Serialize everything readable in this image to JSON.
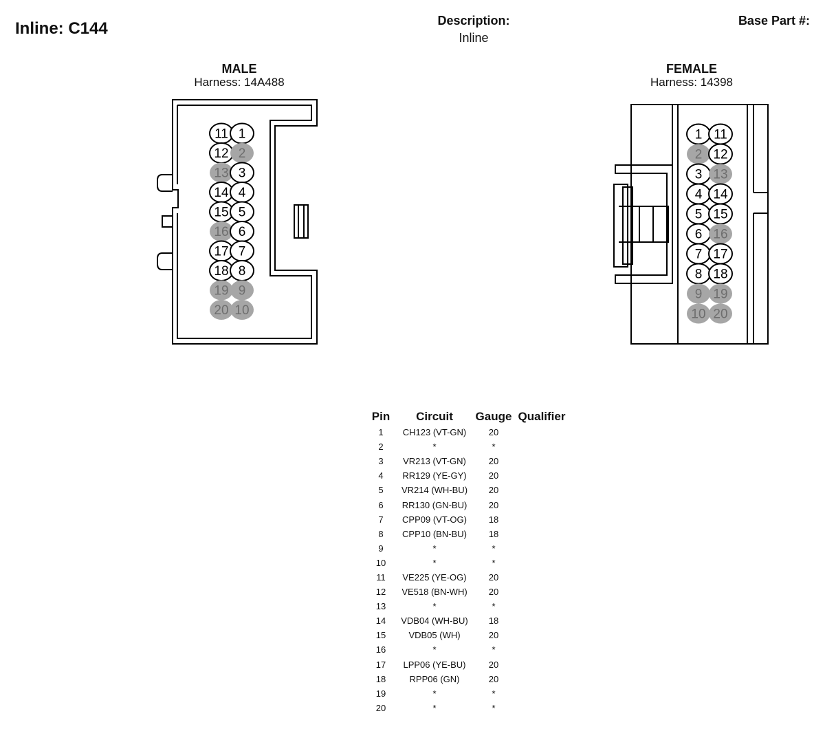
{
  "header": {
    "title": "Inline: C144",
    "description_label": "Description:",
    "description_value": "Inline",
    "base_part_label": "Base Part #:"
  },
  "male": {
    "gender": "MALE",
    "harness": "Harness: 14A488",
    "cavities": [
      {
        "num": "11",
        "filled": false
      },
      {
        "num": "1",
        "filled": false
      },
      {
        "num": "12",
        "filled": false
      },
      {
        "num": "2",
        "filled": true
      },
      {
        "num": "13",
        "filled": true
      },
      {
        "num": "3",
        "filled": false
      },
      {
        "num": "14",
        "filled": false
      },
      {
        "num": "4",
        "filled": false
      },
      {
        "num": "15",
        "filled": false
      },
      {
        "num": "5",
        "filled": false
      },
      {
        "num": "16",
        "filled": true
      },
      {
        "num": "6",
        "filled": false
      },
      {
        "num": "17",
        "filled": false
      },
      {
        "num": "7",
        "filled": false
      },
      {
        "num": "18",
        "filled": false
      },
      {
        "num": "8",
        "filled": false
      },
      {
        "num": "19",
        "filled": true
      },
      {
        "num": "9",
        "filled": true
      },
      {
        "num": "20",
        "filled": true
      },
      {
        "num": "10",
        "filled": true
      }
    ]
  },
  "female": {
    "gender": "FEMALE",
    "harness": "Harness: 14398",
    "cavities": [
      {
        "num": "1",
        "filled": false
      },
      {
        "num": "11",
        "filled": false
      },
      {
        "num": "2",
        "filled": true
      },
      {
        "num": "12",
        "filled": false
      },
      {
        "num": "3",
        "filled": false
      },
      {
        "num": "13",
        "filled": true
      },
      {
        "num": "4",
        "filled": false
      },
      {
        "num": "14",
        "filled": false
      },
      {
        "num": "5",
        "filled": false
      },
      {
        "num": "15",
        "filled": false
      },
      {
        "num": "6",
        "filled": false
      },
      {
        "num": "16",
        "filled": true
      },
      {
        "num": "7",
        "filled": false
      },
      {
        "num": "17",
        "filled": false
      },
      {
        "num": "8",
        "filled": false
      },
      {
        "num": "18",
        "filled": false
      },
      {
        "num": "9",
        "filled": true
      },
      {
        "num": "19",
        "filled": true
      },
      {
        "num": "10",
        "filled": true
      },
      {
        "num": "20",
        "filled": true
      }
    ]
  },
  "colors": {
    "filled_cavity": "#a6a6a6",
    "filled_text": "#6e6e6e",
    "line": "#000000"
  },
  "table": {
    "headers": [
      "Pin",
      "Circuit",
      "Gauge",
      "Qualifier"
    ],
    "rows": [
      {
        "pin": "1",
        "circuit": "CH123 (VT-GN)",
        "gauge": "20",
        "qualifier": ""
      },
      {
        "pin": "2",
        "circuit": "*",
        "gauge": "*",
        "qualifier": ""
      },
      {
        "pin": "3",
        "circuit": "VR213 (VT-GN)",
        "gauge": "20",
        "qualifier": ""
      },
      {
        "pin": "4",
        "circuit": "RR129 (YE-GY)",
        "gauge": "20",
        "qualifier": ""
      },
      {
        "pin": "5",
        "circuit": "VR214 (WH-BU)",
        "gauge": "20",
        "qualifier": ""
      },
      {
        "pin": "6",
        "circuit": "RR130 (GN-BU)",
        "gauge": "20",
        "qualifier": ""
      },
      {
        "pin": "7",
        "circuit": "CPP09 (VT-OG)",
        "gauge": "18",
        "qualifier": ""
      },
      {
        "pin": "8",
        "circuit": "CPP10 (BN-BU)",
        "gauge": "18",
        "qualifier": ""
      },
      {
        "pin": "9",
        "circuit": "*",
        "gauge": "*",
        "qualifier": ""
      },
      {
        "pin": "10",
        "circuit": "*",
        "gauge": "*",
        "qualifier": ""
      },
      {
        "pin": "11",
        "circuit": "VE225 (YE-OG)",
        "gauge": "20",
        "qualifier": ""
      },
      {
        "pin": "12",
        "circuit": "VE518 (BN-WH)",
        "gauge": "20",
        "qualifier": ""
      },
      {
        "pin": "13",
        "circuit": "*",
        "gauge": "*",
        "qualifier": ""
      },
      {
        "pin": "14",
        "circuit": "VDB04 (WH-BU)",
        "gauge": "18",
        "qualifier": ""
      },
      {
        "pin": "15",
        "circuit": "VDB05 (WH)",
        "gauge": "20",
        "qualifier": ""
      },
      {
        "pin": "16",
        "circuit": "*",
        "gauge": "*",
        "qualifier": ""
      },
      {
        "pin": "17",
        "circuit": "LPP06 (YE-BU)",
        "gauge": "20",
        "qualifier": ""
      },
      {
        "pin": "18",
        "circuit": "RPP06 (GN)",
        "gauge": "20",
        "qualifier": ""
      },
      {
        "pin": "19",
        "circuit": "*",
        "gauge": "*",
        "qualifier": ""
      },
      {
        "pin": "20",
        "circuit": "*",
        "gauge": "*",
        "qualifier": ""
      }
    ]
  }
}
